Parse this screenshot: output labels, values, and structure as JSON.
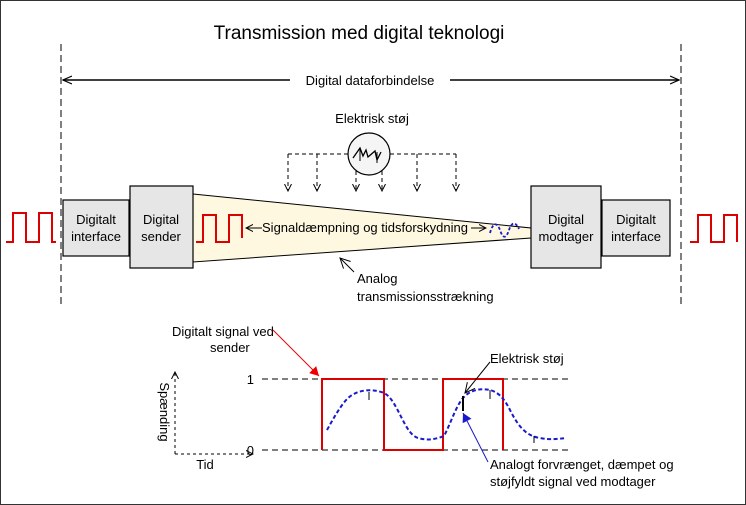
{
  "title": "Transmission med digital teknologi",
  "span_label": "Digital dataforbindelse",
  "noise_label": "Elektrisk støj",
  "boxes": {
    "interface_left": [
      "Digitalt",
      "interface"
    ],
    "sender": [
      "Digital",
      "sender"
    ],
    "receiver": [
      "Digital",
      "modtager"
    ],
    "interface_right": [
      "Digitalt",
      "interface"
    ]
  },
  "attenuation_label": "Signaldæmpning og tidsforskydning",
  "analog_label": [
    "Analog",
    "transmissionsstrækning"
  ],
  "graph": {
    "digital_signal_label": [
      "Digitalt signal ved",
      "sender"
    ],
    "noise_label": "Elektrisk støj",
    "analog_signal_label": [
      "Analogt forvrænget, dæmpet  og",
      "støjfyldt signal ved modtager"
    ],
    "y_axis_label": "Spænding",
    "x_axis_label": "Tid",
    "level_high": "1",
    "level_low": "0"
  },
  "colors": {
    "digital_signal": "#dd0000",
    "analog_signal": "#1a1acc",
    "box_fill": "#e6e6e6",
    "channel_fill": "#fdf8df"
  }
}
